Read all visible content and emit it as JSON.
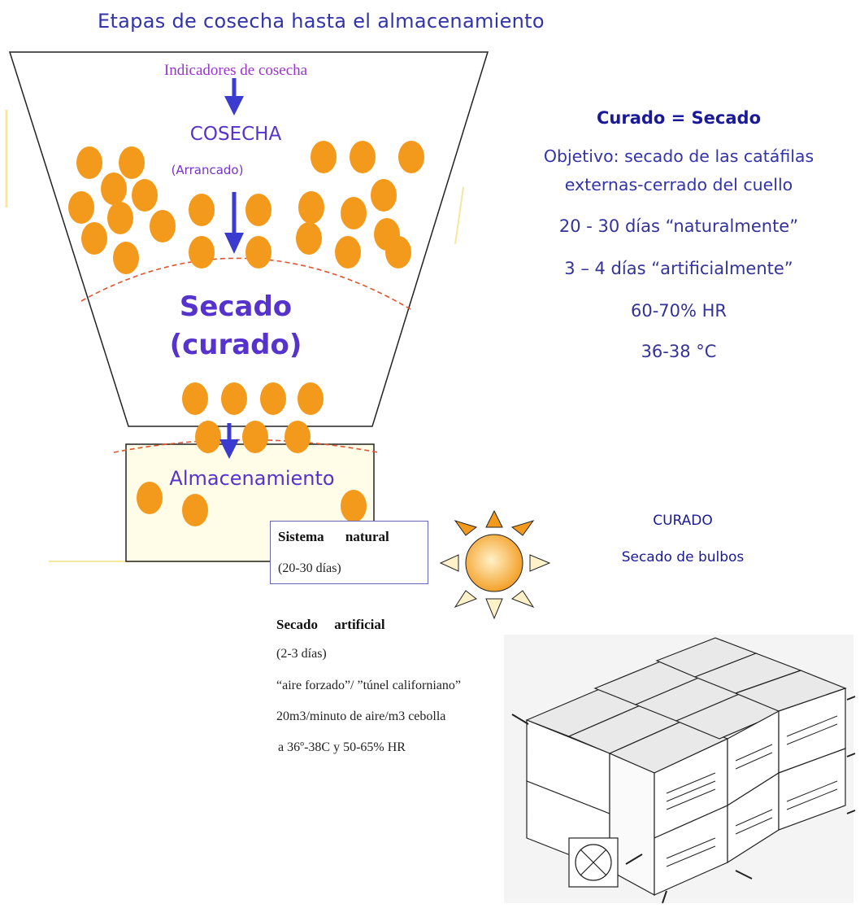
{
  "title": "Etapas de cosecha hasta el almacenamiento",
  "funnel": {
    "indicators": "Indicadores de cosecha",
    "cosecha": "COSECHA",
    "arrancado": "(Arrancado)",
    "secado_line1": "Secado",
    "secado_line2": "(curado)",
    "almacenamiento": "Almacenamiento"
  },
  "info": {
    "curado_eq": "Curado = Secado",
    "objetivo_line1": "Objetivo: secado de las catáfilas",
    "objetivo_line2": "externas-cerrado del cuello",
    "days_natural": "20 - 30 días “naturalmente”",
    "days_artificial": "3 – 4 días “artificialmente”",
    "humidity": "60-70% HR",
    "temperature": "36-38 °C"
  },
  "natural_system": {
    "title": "Sistema natural",
    "days": "(20-30 días)"
  },
  "curado_block": {
    "label": "CURADO",
    "sub": "Secado de bulbos"
  },
  "artificial": {
    "title": "Secado artificial",
    "days": "(2-3 días)",
    "name": "“aire forzado”/ ”túnel californiano”",
    "flow": "20m3/minuto de aire/m3 cebolla",
    "conditions": "a 36º-38C y 50-65% HR"
  },
  "colors": {
    "title": "#3333aa",
    "bulb": "#f39a1c",
    "arrow": "#3b3bd0",
    "dashed": "#e0552e",
    "sun_fill": "#f7b24e"
  },
  "icons": [
    "sun-icon",
    "curing-boxes-illustration",
    "down-arrow-icon"
  ]
}
